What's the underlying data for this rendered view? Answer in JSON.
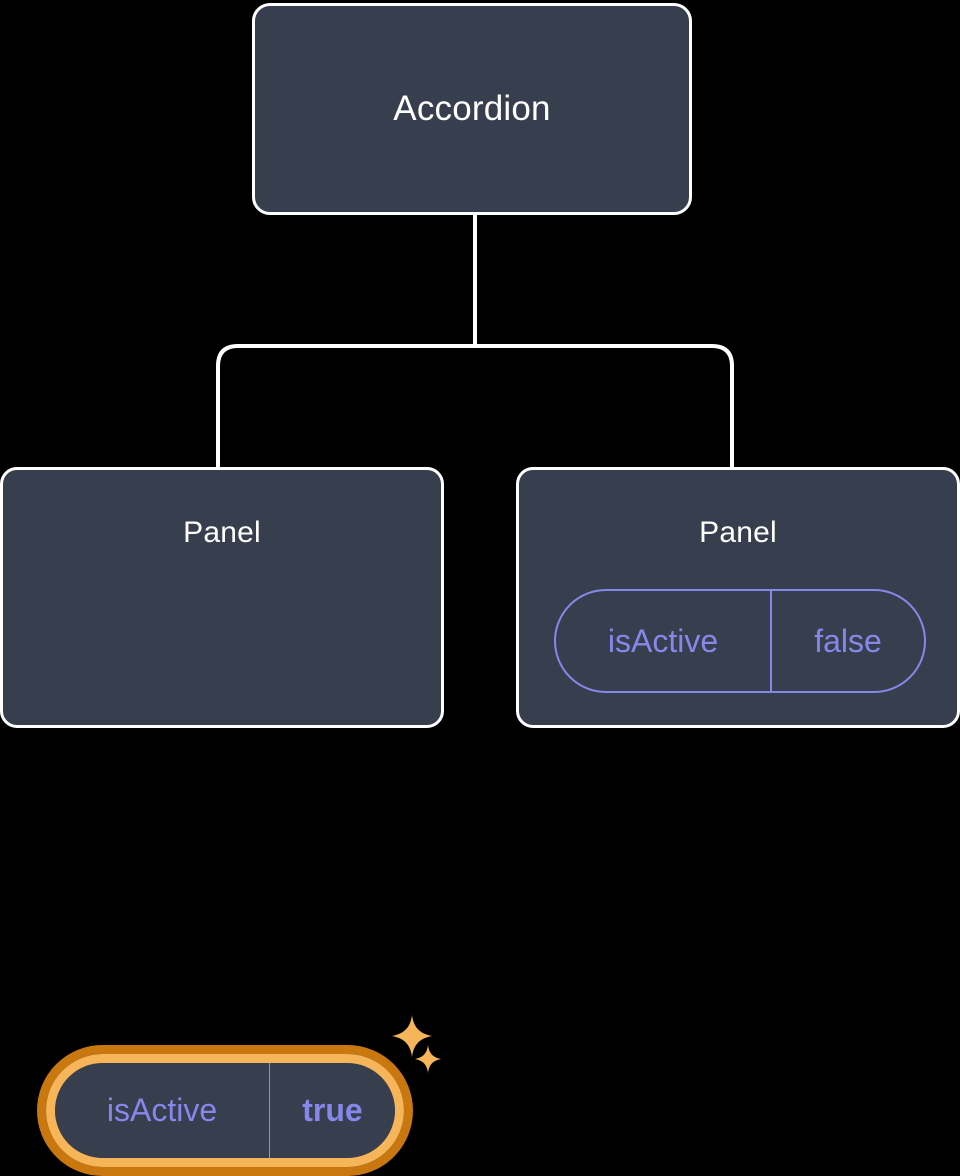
{
  "diagram": {
    "type": "component-tree",
    "background_color": "#000000",
    "node_fill": "#373E4E",
    "node_stroke": "#FFFFFF",
    "connector_color": "#FFFFFF",
    "accent_active": "#F7B559",
    "accent_active_dark": "#C8780E",
    "prop_text_color": "#8588EA",
    "root": {
      "label": "Accordion"
    },
    "children": [
      {
        "label": "Panel",
        "highlighted": true,
        "prop": {
          "key": "isActive",
          "value": "true",
          "bold_value": true
        },
        "sparkles": [
          "sparkle-large",
          "sparkle-small"
        ]
      },
      {
        "label": "Panel",
        "highlighted": false,
        "prop": {
          "key": "isActive",
          "value": "false",
          "bold_value": false
        }
      }
    ]
  }
}
